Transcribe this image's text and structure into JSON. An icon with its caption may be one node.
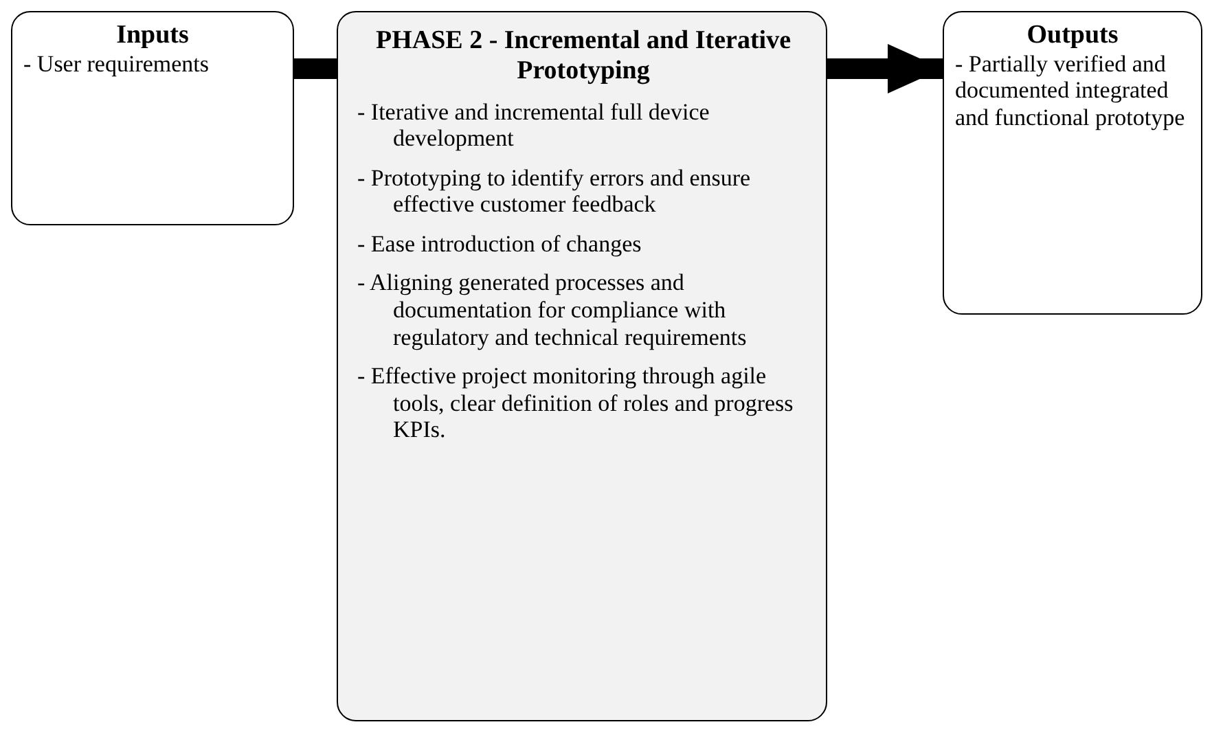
{
  "diagram": {
    "nodes": [
      {
        "text": [
          "Inputs",
          "- User requirements"
        ]
      },
      {
        "text": [
          "PHASE 2 - Incremental and Iterative Prototyping",
          "- Iterative and incremental full device development",
          "- Prototyping to identify errors and ensure effective customer feedback",
          "- Ease introduction of changes",
          "- Aligning generated processes and documentation for compliance with regulatory and technical requirements",
          "- Effective project monitoring through agile tools, clear definition of roles and progress KPIs."
        ]
      },
      {
        "text": [
          "Outputs",
          "- Partially verified and documented integrated and functional prototype"
        ]
      }
    ],
    "edges": [
      {
        "from": 0,
        "to": 1,
        "arrow": "none"
      },
      {
        "from": 1,
        "to": 2,
        "arrow": "to"
      }
    ]
  }
}
